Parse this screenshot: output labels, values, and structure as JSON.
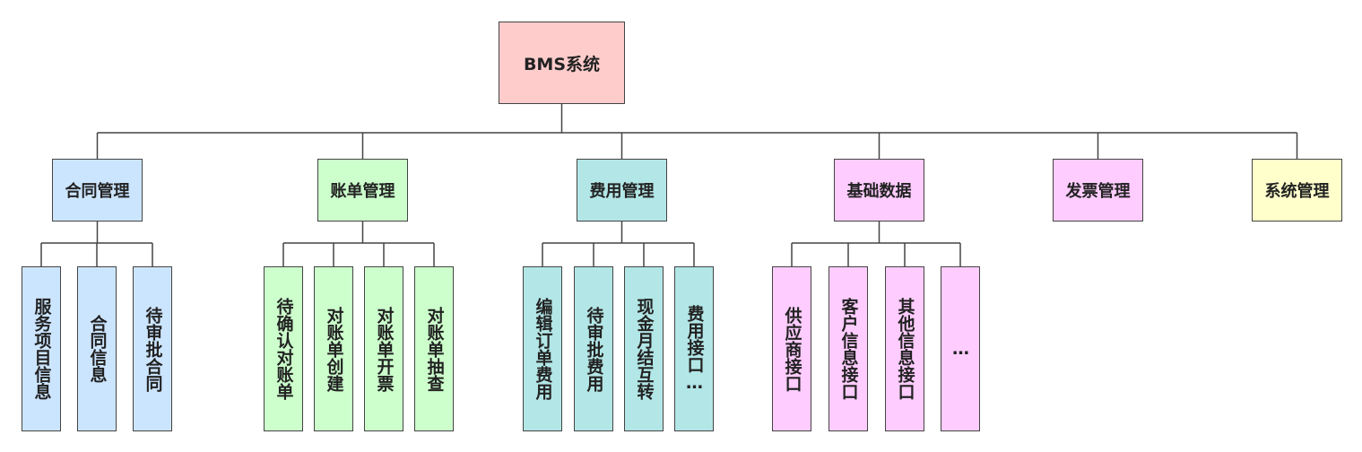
{
  "root": {
    "label": "BMS系统",
    "color": "#ffcccc"
  },
  "categories": [
    {
      "label": "合同管理",
      "color": "#cce5ff",
      "children": [
        "服务项目信息",
        "合同信息",
        "待审批合同"
      ]
    },
    {
      "label": "账单管理",
      "color": "#ccffcc",
      "children": [
        "待确认对账单",
        "对账单创建",
        "对账单开票",
        "对账单抽查"
      ]
    },
    {
      "label": "费用管理",
      "color": "#b3e6e6",
      "children": [
        "编辑订单费用",
        "待审批费用",
        "现金月结互转",
        "费用接口…"
      ]
    },
    {
      "label": "基础数据",
      "color": "#ffccff",
      "children": [
        "供应商接口",
        "客户信息接口",
        "其他信息接口",
        "…"
      ]
    },
    {
      "label": "发票管理",
      "color": "#ffccff",
      "children": []
    },
    {
      "label": "系统管理",
      "color": "#ffffcc",
      "children": []
    }
  ]
}
